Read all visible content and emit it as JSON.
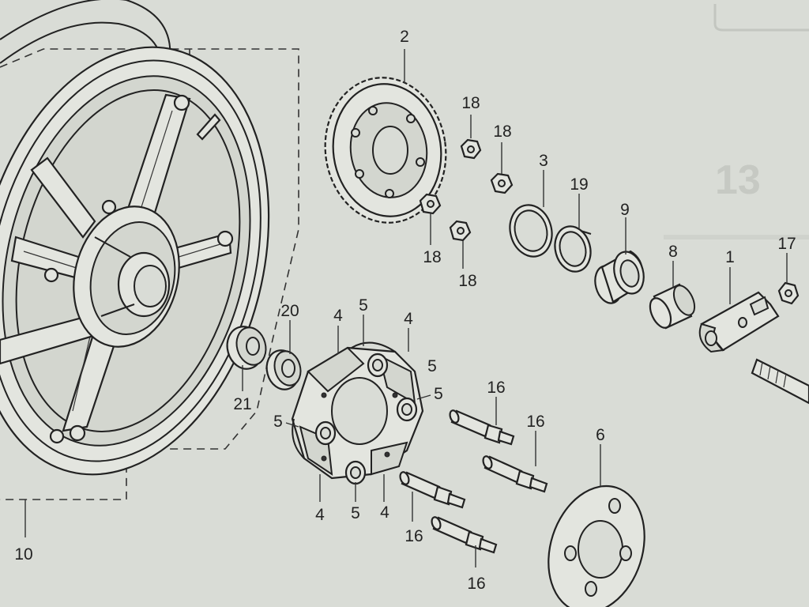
{
  "labels": [
    {
      "id": "wheel",
      "text": "10"
    },
    {
      "id": "sprocket",
      "text": "2"
    },
    {
      "id": "sprocket-nut-a",
      "text": "18"
    },
    {
      "id": "sprocket-nut-b",
      "text": "18"
    },
    {
      "id": "sprocket-nut-c",
      "text": "18"
    },
    {
      "id": "sprocket-nut-d",
      "text": "18"
    },
    {
      "id": "o-ring",
      "text": "3"
    },
    {
      "id": "circlip",
      "text": "19"
    },
    {
      "id": "oil-seal",
      "text": "9"
    },
    {
      "id": "distance-collar",
      "text": "8"
    },
    {
      "id": "chain-adjuster",
      "text": "1"
    },
    {
      "id": "adjuster-nut",
      "text": "17"
    },
    {
      "id": "bearing-right",
      "text": "20"
    },
    {
      "id": "bearing-left",
      "text": "21"
    },
    {
      "id": "damper-rubber-a",
      "text": "4"
    },
    {
      "id": "damper-rubber-b",
      "text": "4"
    },
    {
      "id": "damper-rubber-c",
      "text": "4"
    },
    {
      "id": "damper-rubber-d",
      "text": "4"
    },
    {
      "id": "damper-collar-a",
      "text": "5"
    },
    {
      "id": "damper-collar-b",
      "text": "5"
    },
    {
      "id": "damper-collar-c",
      "text": "5"
    },
    {
      "id": "damper-collar-d",
      "text": "5"
    },
    {
      "id": "damper-collar-e",
      "text": "5"
    },
    {
      "id": "stud-a",
      "text": "16"
    },
    {
      "id": "stud-b",
      "text": "16"
    },
    {
      "id": "stud-c",
      "text": "16"
    },
    {
      "id": "stud-d",
      "text": "16"
    },
    {
      "id": "plate",
      "text": "6"
    }
  ]
}
